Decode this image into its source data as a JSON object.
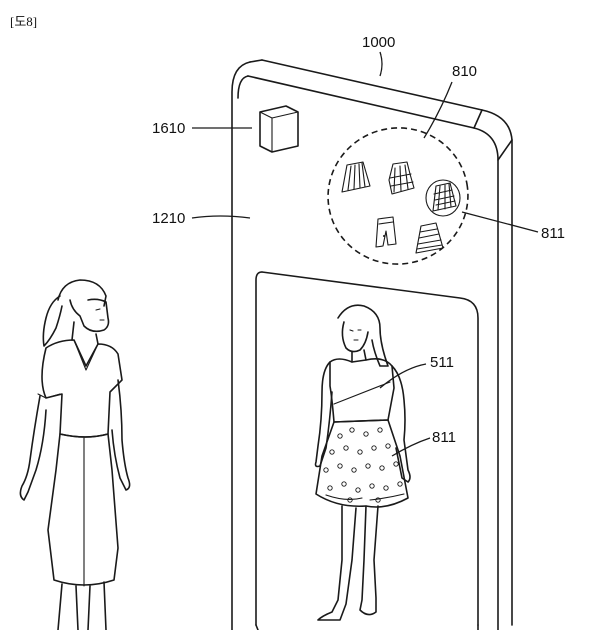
{
  "figure_label": "[도8]",
  "refs": {
    "device": "1000",
    "menu": "810",
    "camera": "1610",
    "display": "1210",
    "selected_item": "811",
    "top_garment": "511",
    "worn_item": "811"
  }
}
